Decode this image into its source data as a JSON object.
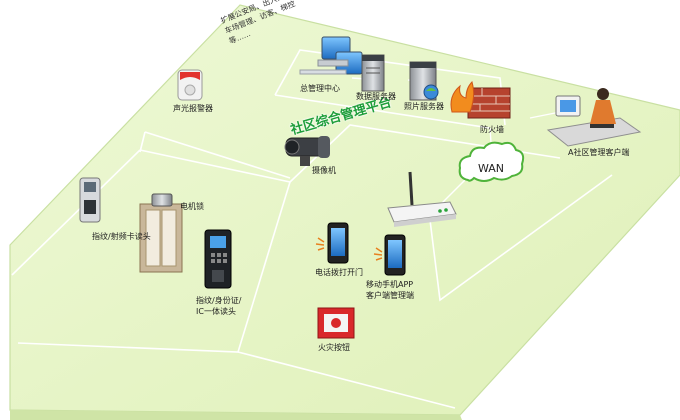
{
  "platform_title": "社区综合管理平台",
  "note_text": "扩展公安局、出入口停车场管理、访客、梯控等……",
  "nodes": {
    "central": "总管理中心",
    "data_server": "数据服务器",
    "photo_server": "照片服务器",
    "firewall": "防火墙",
    "client": "A社区管理客户端",
    "wan": "WAN",
    "alarm": "声光报警器",
    "camera": "摄像机",
    "fingerprint_rf": "指纹/射频卡读头",
    "motor_lock": "电机锁",
    "reader_l1": "指纹/身份证/",
    "reader_l2": "IC一体读头",
    "phone_open": "电话拨打开门",
    "app_l1": "移动手机APP",
    "app_l2": "客户端管理端",
    "fire_button": "火灾按钮"
  },
  "colors": {
    "board": "#e9f6c9",
    "board_edge": "#c9e0a2",
    "title_green": "#1e9e3a",
    "link_white": "#ffffff"
  }
}
